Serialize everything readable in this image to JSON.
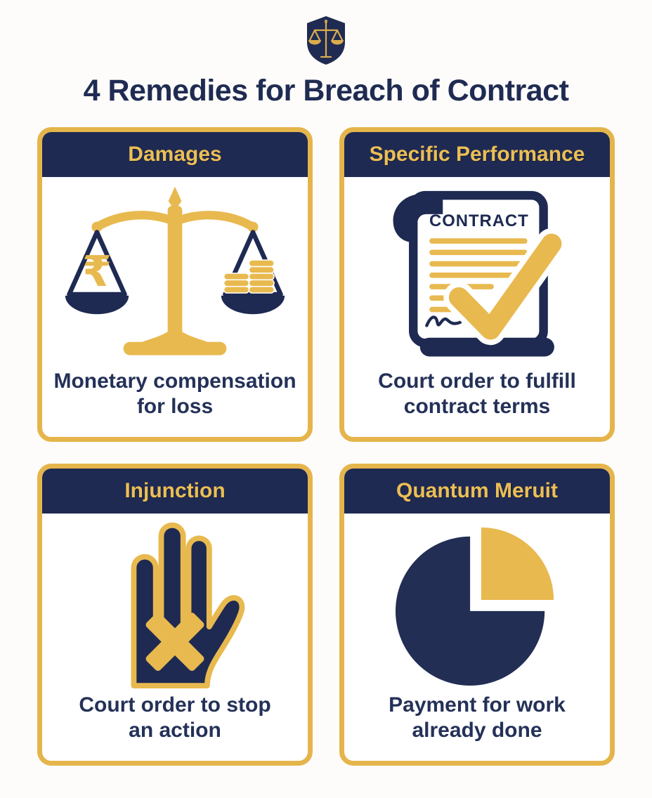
{
  "colors": {
    "navy": "#1E2A52",
    "gold": "#E8B94F",
    "gold_text": "#ECBE55",
    "text_navy": "#243158",
    "background": "#FDFCFA",
    "card_border": "#E5B54C",
    "white": "#FFFFFF"
  },
  "logo": {
    "name": "shield-with-scales"
  },
  "title": "4 Remedies for Breach of Contract",
  "cards": [
    {
      "title": "Damages",
      "icon": "balance-scale-rupee-coins",
      "currency_symbol": "₹",
      "description": "Monetary compensation\nfor loss"
    },
    {
      "title": "Specific Performance",
      "icon": "contract-checkmark",
      "icon_label": "CONTRACT",
      "description": "Court order to fulfill\ncontract terms"
    },
    {
      "title": "Injunction",
      "icon": "hand-stop-x",
      "description": "Court order to stop\nan action"
    },
    {
      "title": "Quantum Meruit",
      "icon": "pie-chart-quarter",
      "description": "Payment for work\nalready done"
    }
  ]
}
